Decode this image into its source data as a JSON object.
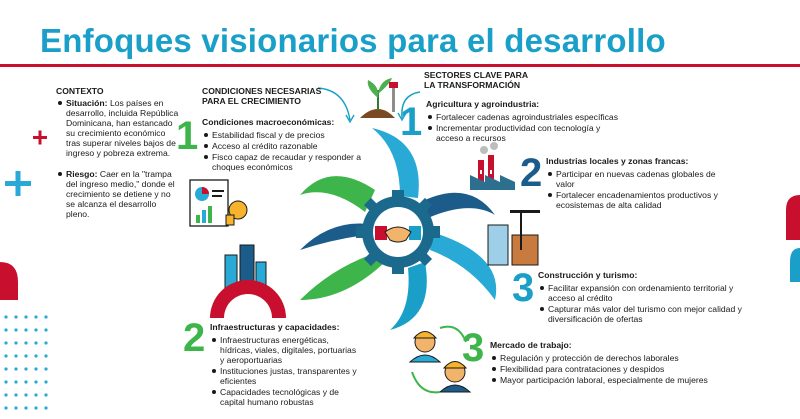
{
  "title": "Enfoques visionarios para el desarrollo",
  "contexto": {
    "heading": "CONTEXTO",
    "items": [
      {
        "label": "Situación:",
        "text": "Los países en desarrollo, incluida República Dominicana, han estancado su crecimiento económico tras superar niveles bajos de ingreso y pobreza extrema."
      },
      {
        "label": "Riesgo:",
        "text": "Caer en la \"trampa del ingreso medio,\" donde el crecimiento se detiene y no se alcanza el desarrollo pleno."
      }
    ]
  },
  "condiciones": {
    "heading_line1": "CONDICIONES NECESARIAS",
    "heading_line2": "PARA EL CRECIMIENTO",
    "block1": {
      "number": "1",
      "title": "Condiciones macroeconómicas:",
      "items": [
        "Estabilidad fiscal y de precios",
        "Acceso al crédito razonable",
        "Fisco capaz de recaudar y responder a choques económicos"
      ]
    },
    "block2": {
      "number": "2",
      "title": "Infraestructuras y capacidades:",
      "items": [
        "Infraestructuras energéticas, hídricas, viales, digitales, portuarias y aeroportuarias",
        "Instituciones justas, transparentes y eficientes",
        "Capacidades tecnológicas y de capital humano robustas"
      ]
    }
  },
  "sectores": {
    "heading_line1": "SECTORES CLAVE PARA",
    "heading_line2": "LA TRANSFORMACIÓN",
    "s1": {
      "number": "1",
      "title": "Agricultura y agroindustria:",
      "items": [
        "Fortalecer cadenas agroindustriales específicas",
        "Incrementar productividad con tecnología y acceso a recursos"
      ]
    },
    "s2": {
      "number": "2",
      "title": "Industrias locales y zonas francas:",
      "items": [
        "Participar en nuevas cadenas globales de valor",
        "Fortalecer encadenamientos productivos y ecosistemas de alta calidad"
      ]
    },
    "s3": {
      "number": "3",
      "title": "Construcción y turismo:",
      "items": [
        "Facilitar expansión con ordenamiento territorial y acceso al crédito",
        "Capturar más valor del turismo con mejor calidad y diversificación de ofertas"
      ]
    },
    "s4": {
      "number": "3",
      "title": "Mercado de trabajo:",
      "items": [
        "Regulación y protección de derechos laborales",
        "Flexibilidad para contrataciones y despidos",
        "Mayor participación laboral, especialmente de mujeres"
      ]
    }
  },
  "colors": {
    "title": "#1aa0c8",
    "accent_red": "#c8102e",
    "green": "#3db54a",
    "dark_blue": "#1b5c8a",
    "light_blue": "#29a9d6",
    "gear": "#1b6a8e"
  }
}
